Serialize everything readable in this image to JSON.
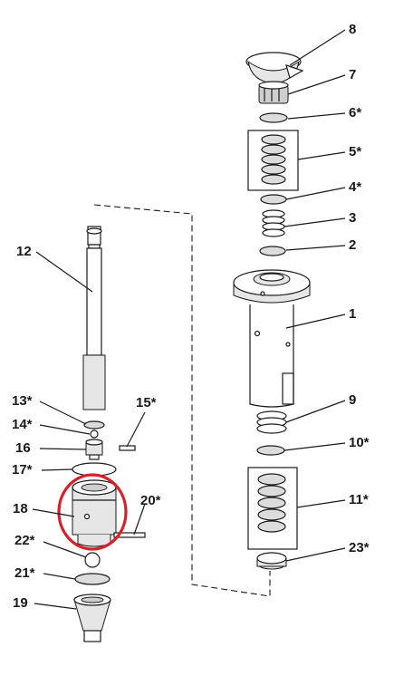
{
  "diagram": {
    "highlight_color": "#d6202a",
    "callouts": [
      {
        "id": "c8",
        "label": "8"
      },
      {
        "id": "c7",
        "label": "7"
      },
      {
        "id": "c6",
        "label": "6*"
      },
      {
        "id": "c5",
        "label": "5*"
      },
      {
        "id": "c4",
        "label": "4*"
      },
      {
        "id": "c3",
        "label": "3"
      },
      {
        "id": "c2",
        "label": "2"
      },
      {
        "id": "c1",
        "label": "1"
      },
      {
        "id": "c9",
        "label": "9"
      },
      {
        "id": "c10",
        "label": "10*"
      },
      {
        "id": "c11",
        "label": "11*"
      },
      {
        "id": "c23",
        "label": "23*"
      },
      {
        "id": "c12",
        "label": "12"
      },
      {
        "id": "c13",
        "label": "13*"
      },
      {
        "id": "c14",
        "label": "14*"
      },
      {
        "id": "c15",
        "label": "15*"
      },
      {
        "id": "c16",
        "label": "16"
      },
      {
        "id": "c17",
        "label": "17*"
      },
      {
        "id": "c18",
        "label": "18"
      },
      {
        "id": "c20",
        "label": "20*"
      },
      {
        "id": "c22",
        "label": "22*"
      },
      {
        "id": "c21",
        "label": "21*"
      },
      {
        "id": "c19",
        "label": "19"
      }
    ]
  }
}
